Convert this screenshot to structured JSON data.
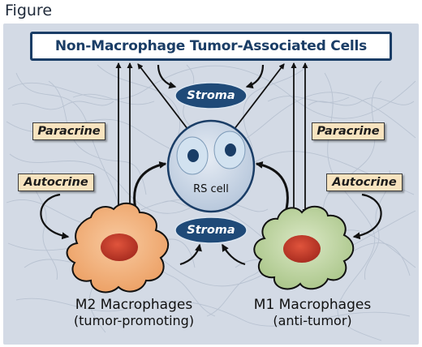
{
  "figure_label": "Figure",
  "top_box": "Non-Macrophage Tumor-Associated Cells",
  "stroma_top": "Stroma",
  "stroma_bottom": "Stroma",
  "rs_cell": "RS cell",
  "left": {
    "paracrine": "Paracrine",
    "autocrine": "Autocrine"
  },
  "right": {
    "paracrine": "Paracrine",
    "autocrine": "Autocrine"
  },
  "m2": {
    "title": "M2 Macrophages",
    "subtitle": "(tumor-promoting)"
  },
  "m1": {
    "title": "M1 Macrophages",
    "subtitle": "(anti-tumor)"
  },
  "colors": {
    "navy": "#1a3d66",
    "panel": "#d3dae5",
    "m2_cell": "#f2ba86",
    "m1_cell": "#c7dcac",
    "nucleus": "#c8392b",
    "tag_fill": "#f7e3bf"
  }
}
